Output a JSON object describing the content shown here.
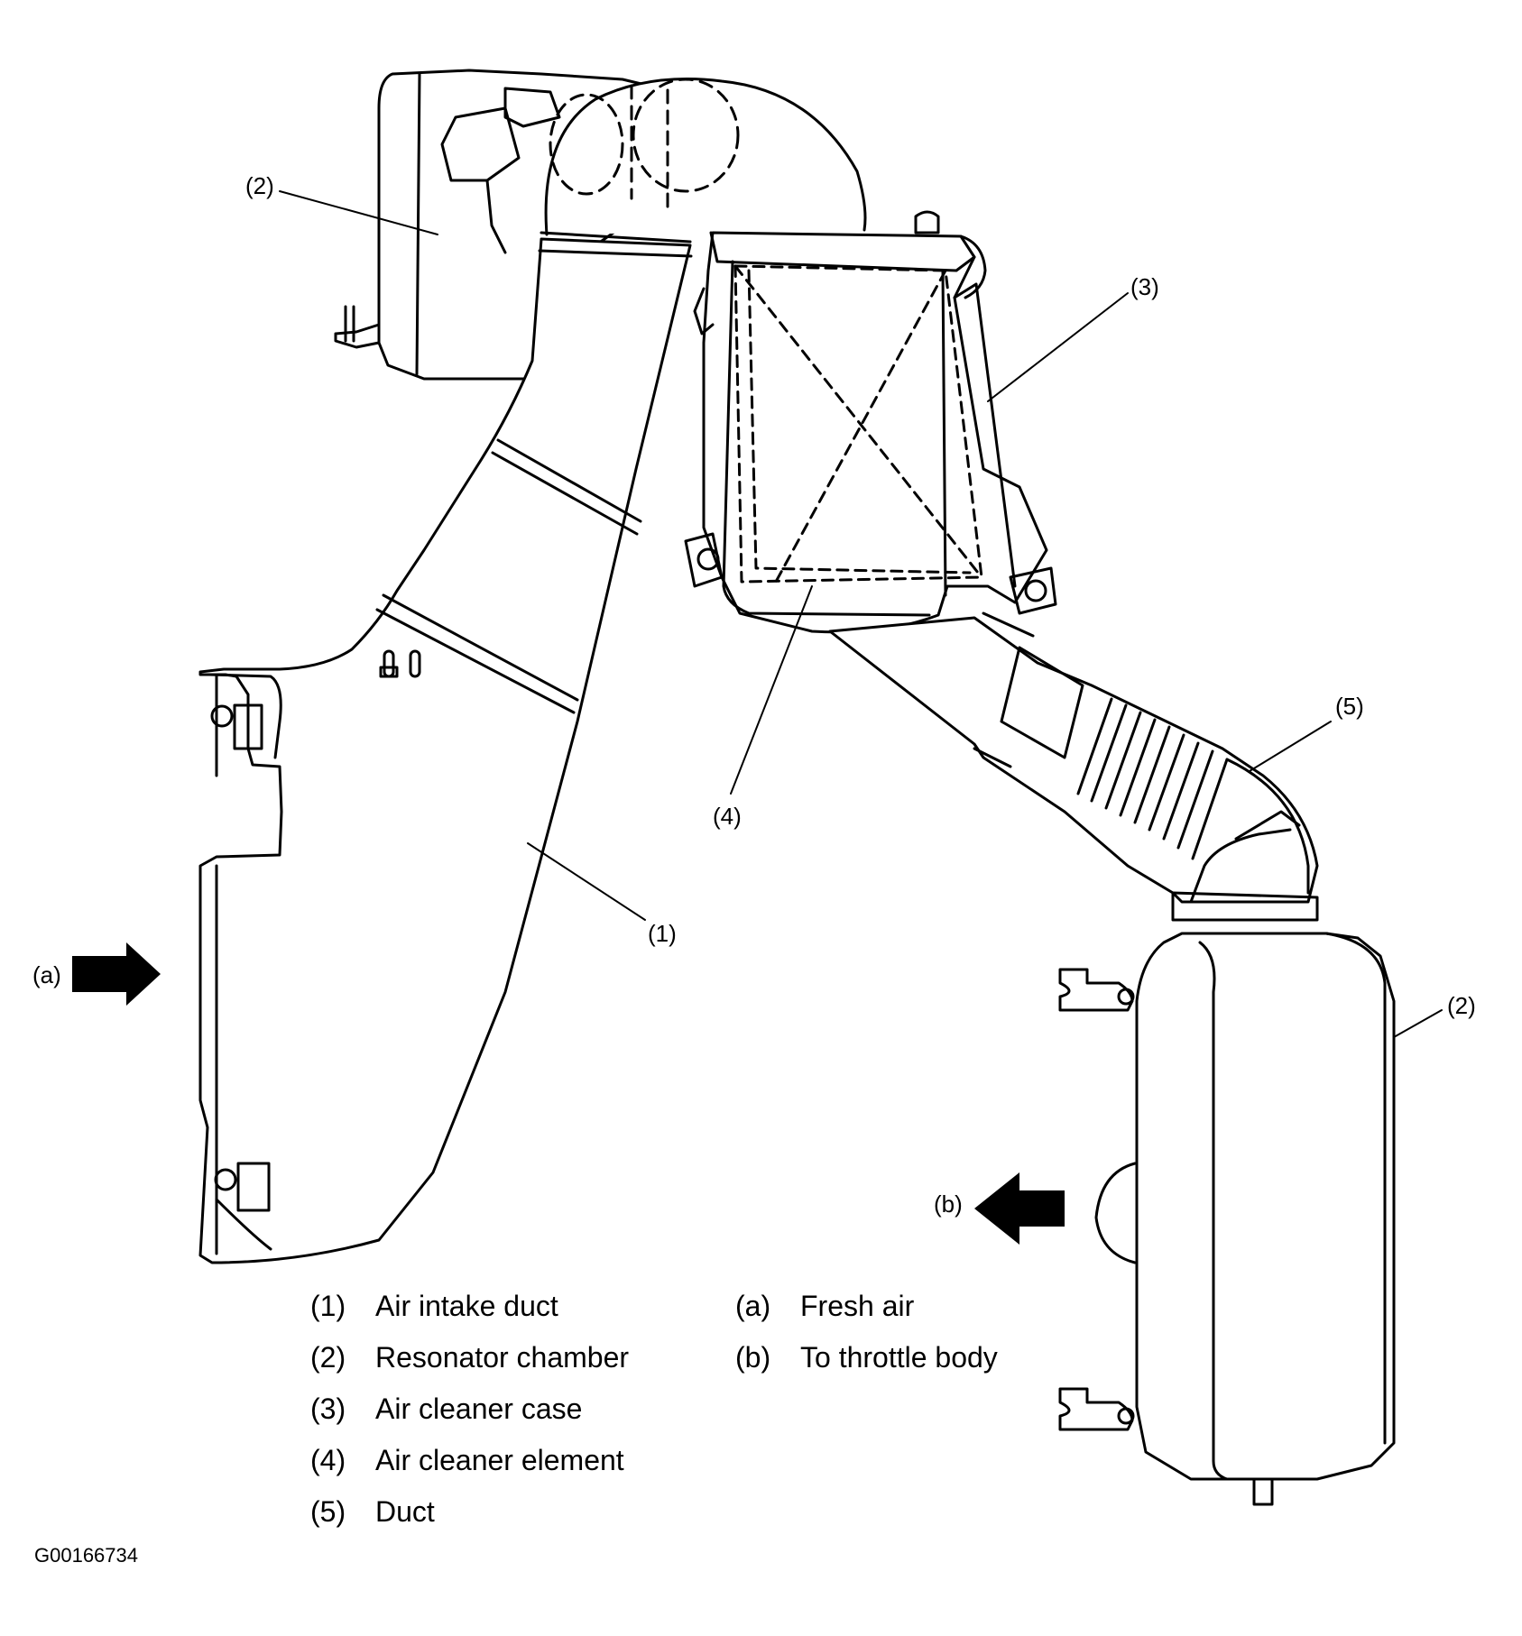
{
  "callouts": {
    "c1": "(1)",
    "c2_top": "(2)",
    "c2_right": "(2)",
    "c3": "(3)",
    "c4": "(4)",
    "c5": "(5)",
    "ca": "(a)",
    "cb": "(b)"
  },
  "legend_parts": [
    {
      "num": "(1)",
      "label": "Air intake duct"
    },
    {
      "num": "(2)",
      "label": "Resonator chamber"
    },
    {
      "num": "(3)",
      "label": "Air cleaner case"
    },
    {
      "num": "(4)",
      "label": "Air cleaner element"
    },
    {
      "num": "(5)",
      "label": "Duct"
    }
  ],
  "legend_flow": [
    {
      "num": "(a)",
      "label": "Fresh air"
    },
    {
      "num": "(b)",
      "label": "To throttle body"
    }
  ],
  "figure_id": "G00166734"
}
